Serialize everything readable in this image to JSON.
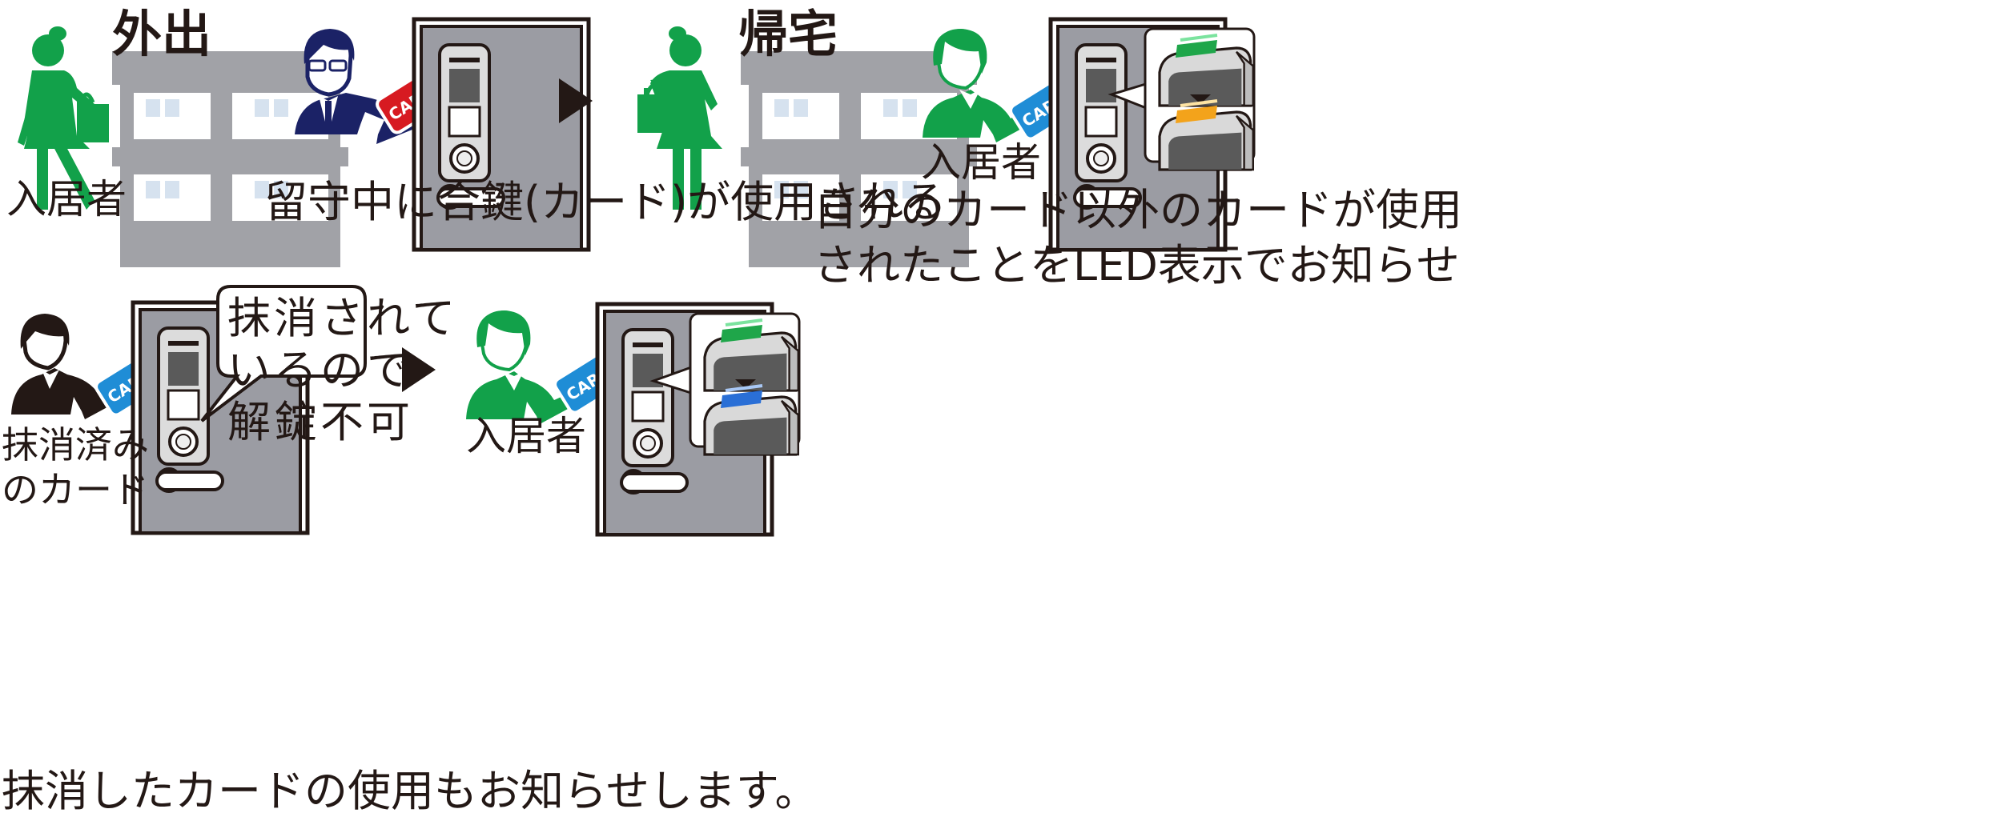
{
  "colors": {
    "resident_green": "#12a14a",
    "intruder_navy": "#1b2266",
    "stranger_black": "#231815",
    "building_gray": "#a1a2a7",
    "window_blue": "#d6e2ef",
    "door_gray": "#9b9ca3",
    "card_red": "#d71a21",
    "card_blue": "#1f8dd6",
    "led_green": "#1fa64a",
    "led_orange": "#f3a31b",
    "led_blue": "#2a6fd6"
  },
  "panels": {
    "out": {
      "heading": "外出",
      "resident_label": "入居者",
      "caption": "留守中に合鍵(カード)が使用される"
    },
    "return": {
      "heading": "帰宅",
      "resident_label": "入居者",
      "caption": "自分のカード以外のカードが使用\nされたことをLED表示でお知らせ"
    },
    "revoked": {
      "stranger_label": "抹消済み\nのカード",
      "bubble_text": "抹消されて\nいるので\n解錠不可",
      "resident_label": "入居者",
      "caption": "抹消したカードの使用もお知らせします。"
    }
  },
  "card_text": "CARD"
}
